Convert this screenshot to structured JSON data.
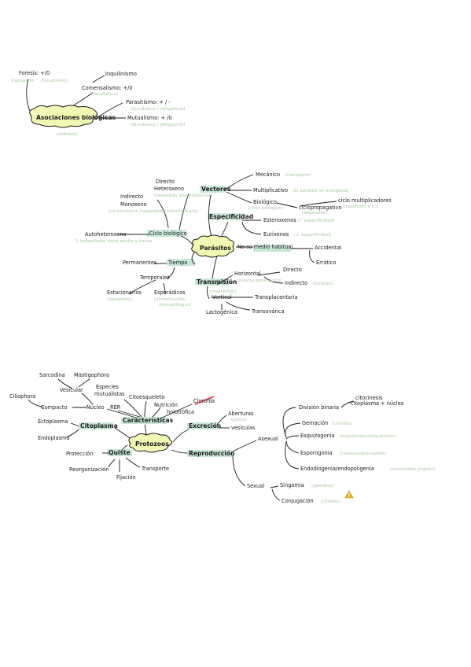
{
  "colors": {
    "cloud_fill": "#f2f8b4",
    "highlight": "#bfe3cf",
    "note": "#a8c8a0",
    "warning": "#f0b020",
    "strike": "#f06070"
  },
  "asociaciones": {
    "center": "Asociaciones biológicas",
    "center_note": "simbiosis",
    "foresis": "Foresis: +/0",
    "foresis_note1": "transporte",
    "foresis_note2": "(facultativo)",
    "comensalismo": "Comensalismo: +/0",
    "comensalismo_note": "(facultativo)",
    "inquilinismo": "Inquilinismo",
    "parasitismo": "Parasitismo: + / -",
    "parasitismo_note": "(facultativo / obligatorio)",
    "mutualismo": "Mutualismo: + /0",
    "mutualismo_note": "(facultativo / obligatorio)"
  },
  "parasitos": {
    "center": "Parásitos",
    "vectores": "Vectores",
    "mecanico": "Mecánico",
    "mecanico_note": "(transporte)",
    "multiplicativo": "Multiplicativo",
    "multiplicativo_note": "(el parásito se multiplica)",
    "biologico": "Biológico",
    "biologico_note": "(ciclo biológico)",
    "ciclopropagativo": "ciclopropagativo",
    "ciclopropagativo_note": "(desarrollo)",
    "ciclo_multiplicadores": "ciclo multiplicadores",
    "ciclo_multiplicadores_note": "(desarrollo y n.)",
    "especificidad": "Especificidad",
    "estenoxenos": "Estenoxenos",
    "estenoxenos_note": "(↑ especificidad)",
    "eurixenos": "Eurixenos",
    "eurixenos_note": "(↓ especificidad)",
    "ciclo_biologico": "Ciclo biológico",
    "directo": "Directo",
    "heteroxeno": "Heteroxeno",
    "heteroxeno_note": "(necesitan intermediarios)",
    "indirecto": "Indirecto",
    "monoxeno": "Monoxeno",
    "monoxeno_note": "(no necesitan hospedador intermediario)",
    "autoheteroxeno": "Autoheteroxeno",
    "autoheteroxeno_note": "1 hospedador tiene adulto y larvas",
    "tiempo": "Tiempo",
    "permanentes": "Permanentes",
    "temporales": "Temporales",
    "estacionarios": "Estacionarios",
    "estacionarios_note": "(desarrollo)",
    "esporadicos": "Esporádicos",
    "esporadicos_note": "(alimentación)",
    "esporadicos_note2": "(hematófagos)",
    "medio": "No su medio habitual",
    "accidental": "Accidental",
    "erratico": "Errático",
    "transmision": "Transmisión",
    "transmision_note": "(madre/hijo)",
    "horizontal": "Horizontal",
    "horizontal_note": "(misma generación)",
    "directo2": "Directo",
    "indirecto2": "Indirecto",
    "indirecto2_note": "(fomites)",
    "vertical": "Vertical",
    "transplacentaria": "Transplacentaria",
    "lactogenica": "Lactogénica",
    "transovarica": "Transovárica"
  },
  "protozoos": {
    "center": "Protozoos",
    "citoplasma": "Citoplasma",
    "ectoplasma": "Ectoplasma",
    "endoplasma": "Endoplasma",
    "caracteristicas": "Características",
    "nucleo": "Núcleo",
    "compacto": "Compacto",
    "vesicular": "Vesicular",
    "citoskeleton_note": "",
    "sarcodina": "Sarcodina",
    "mastigophora": "Mastigophora",
    "ciliophora": "Ciliophora",
    "rer": "RER",
    "especies": "Especies mutualistas",
    "citoesqueleto": "Citoesqueleto",
    "nutricion": "Nutrición holotrófica",
    "clorofila": "Clorofila",
    "excrecion": "Excreción",
    "aberturas": "Aberturas",
    "aberturas_note": "(poros)",
    "vesiculas": "vesículas",
    "quiste": "Quiste",
    "proteccion": "Protección",
    "reorganizacion": "Reorganización",
    "fijacion": "Fijación",
    "transporte": "Transporte",
    "reproduccion": "Reproducción",
    "asexual": "Asexual",
    "division": "División binaria",
    "division_note": "citoplasma + núcleo",
    "division_note0": "citocinesis",
    "gemacion": "Gemación",
    "gemacion_note": "(ciliados)",
    "esquizogonia": "Esquizogonia",
    "esquizogonia_note": "(esquizontes/esquizoítos)",
    "esporogonia": "Esporogonia",
    "esporogonia_note": "(cigoto/esporozoítos)",
    "endodiogenia": "Endodiogenia/endopoligenia",
    "endodiogenia_note": "(merozoítos propios)",
    "sexual": "Sexual",
    "singamia": "Singamia",
    "singamia_note": "(gametos)",
    "conjugacion": "Conjugación",
    "conjugacion_note": "(ciliados)"
  }
}
